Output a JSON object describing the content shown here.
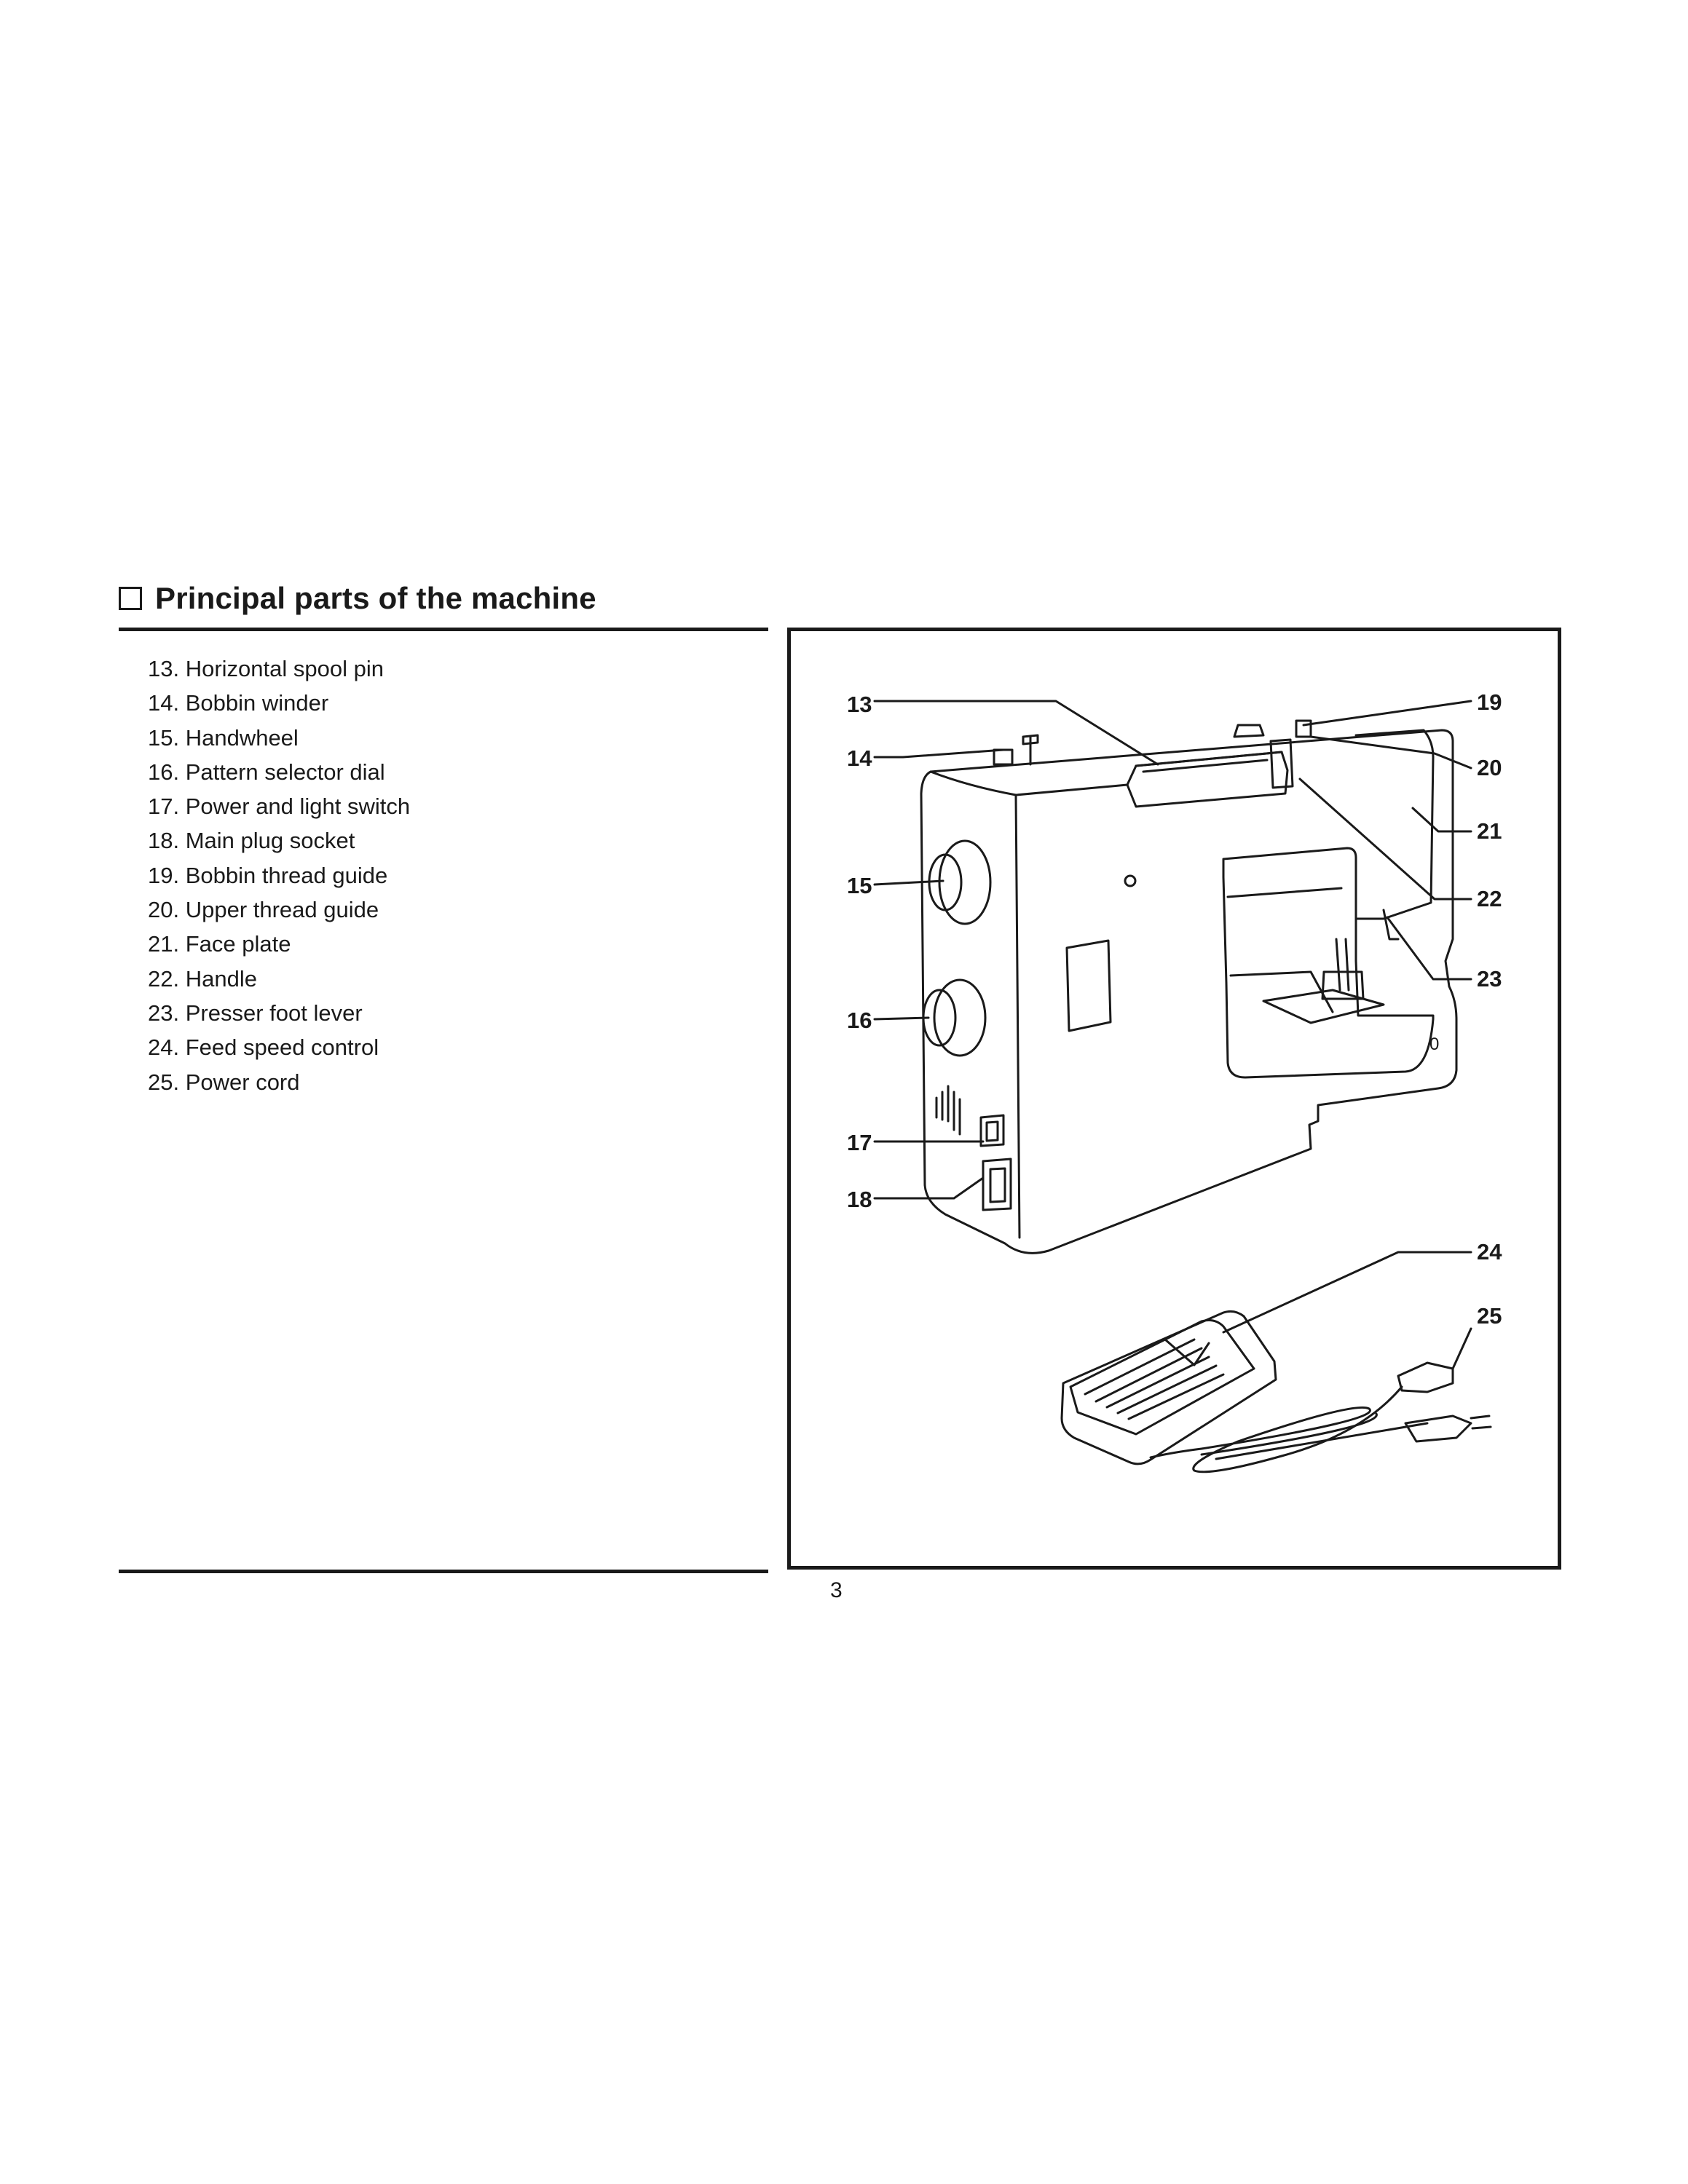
{
  "section": {
    "title": "Principal parts of the machine"
  },
  "parts": [
    "13. Horizontal spool pin",
    "14. Bobbin winder",
    "15. Handwheel",
    "16. Pattern selector dial",
    "17. Power and light switch",
    "18. Main plug socket",
    "19. Bobbin thread guide",
    "20. Upper thread guide",
    "21. Face plate",
    "22. Handle",
    "23. Presser foot lever",
    "24. Feed speed control",
    "25. Power cord"
  ],
  "figure": {
    "callouts": [
      "13",
      "14",
      "15",
      "16",
      "17",
      "18",
      "19",
      "20",
      "21",
      "22",
      "23",
      "24",
      "25"
    ],
    "machine_marking": "0"
  },
  "page_number": "3"
}
